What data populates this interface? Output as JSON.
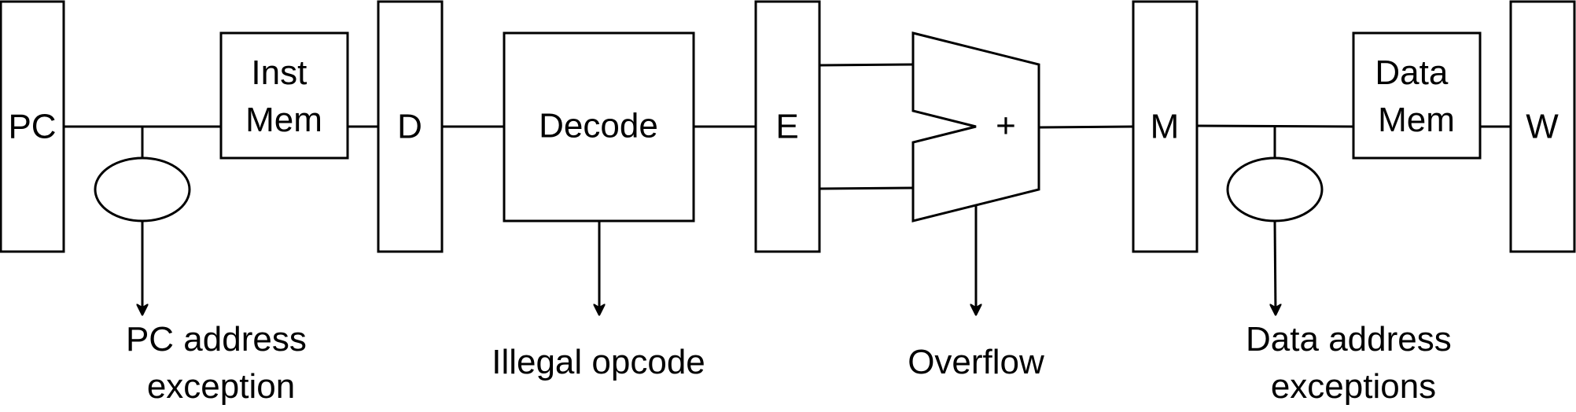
{
  "stages": {
    "pc": "PC",
    "d": "D",
    "e": "E",
    "m": "M",
    "w": "W"
  },
  "blocks": {
    "inst_mem": [
      "Inst",
      "Mem"
    ],
    "decode": "Decode",
    "adder": "+",
    "data_mem": [
      "Data",
      "Mem"
    ]
  },
  "exceptions": {
    "pc_address": [
      "PC address",
      "exception"
    ],
    "illegal_opcode": "Illegal opcode",
    "overflow": "Overflow",
    "data_address": [
      "Data address",
      "exceptions"
    ]
  }
}
